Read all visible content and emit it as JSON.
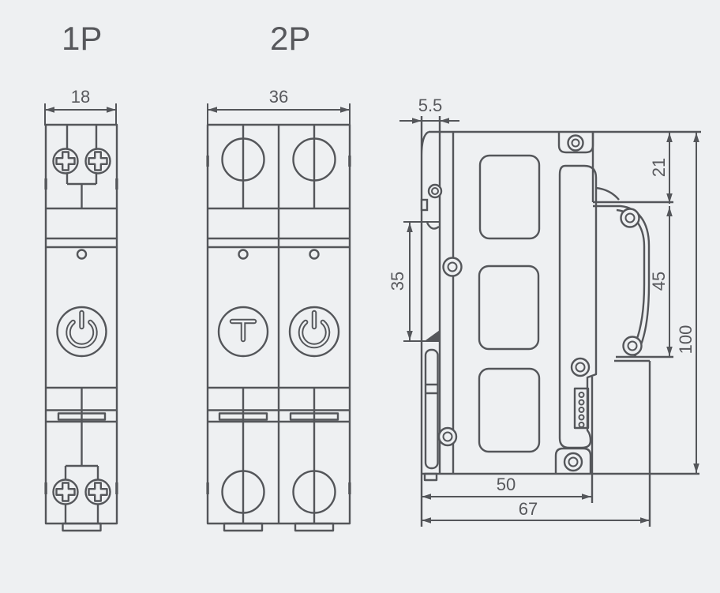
{
  "colors": {
    "background": "#eef0f2",
    "line": "#54565a",
    "text": "#57585c"
  },
  "titles": {
    "pole_1": "1P",
    "pole_2": "2P"
  },
  "dimensions": {
    "front_1p_width": "18",
    "front_2p_width": "36",
    "side_back_strip": "5.5",
    "side_top_section": "21",
    "side_rail_notch": "35",
    "side_front_window": "45",
    "side_height": "100",
    "side_housing_depth": "50",
    "side_total_depth": "67"
  },
  "icons": {
    "power_button": "power-icon",
    "test_button": "test-t-icon",
    "terminal_screw": "phillips-screw-icon",
    "led": "led-indicator",
    "din_clip": "din-rail-clip",
    "connector": "pin-connector"
  }
}
